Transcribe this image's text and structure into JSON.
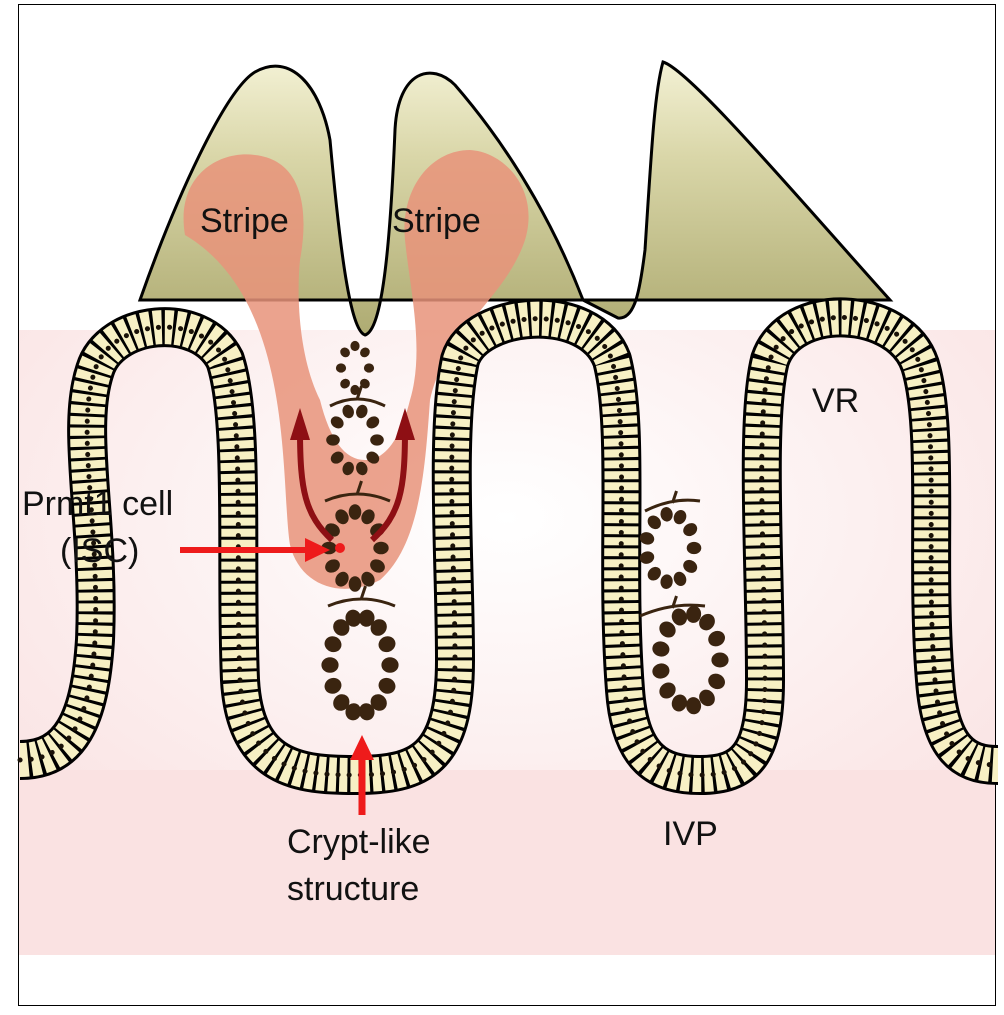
{
  "labels": {
    "stripe_left": "Stripe",
    "stripe_right": "Stripe",
    "vr": "VR",
    "prmt1_line1": "Prmt1 cell",
    "prmt1_line2": "(ISC)",
    "crypt_line1": "Crypt-like",
    "crypt_line2": "structure",
    "ivp": "IVP"
  },
  "colors": {
    "lumen": "#fbe6e6",
    "mesenchyme": "#b9b785",
    "mesenchyme_light": "#ecebc8",
    "stripe": "#e8937a",
    "cell_fill": "#f7f0c4",
    "cell_nucleus": "#1a1208",
    "crypt_cell": "#3a2410",
    "arrow_red": "#ee1b1b",
    "arrow_dark": "#8e0f14",
    "outline": "#000000"
  }
}
